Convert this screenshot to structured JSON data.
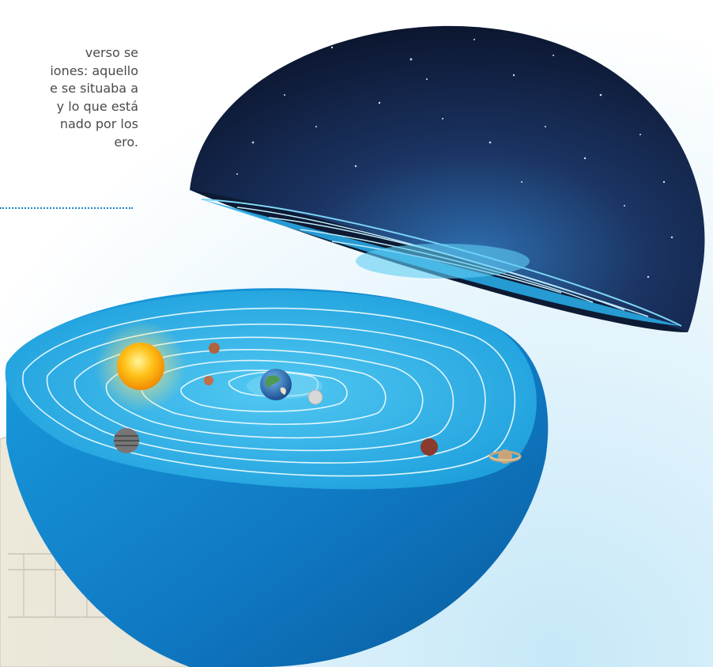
{
  "caption": {
    "lines": [
      "verso se",
      "iones: aquello",
      "e se situaba a",
      "y lo que está",
      "nado por los",
      "ero."
    ]
  },
  "illustration": {
    "concept": "geocentric-celestial-spheres",
    "upper_shell": "starry-dome",
    "lower_shell": "concentric-blue-spheres",
    "bodies": [
      {
        "name": "earth",
        "color": "#2f7fc6"
      },
      {
        "name": "moon",
        "color": "#d7d7d7"
      },
      {
        "name": "mercury",
        "color": "#b0643e"
      },
      {
        "name": "venus",
        "color": "#c36e45"
      },
      {
        "name": "sun",
        "color": "#ffb800"
      },
      {
        "name": "mars",
        "color": "#8a3b2e"
      },
      {
        "name": "jupiter",
        "color": "#767676"
      },
      {
        "name": "saturn",
        "color": "#c9a47a"
      }
    ],
    "colors": {
      "sky_wash": "#ddf1fb",
      "sphere_blue": "#1fa7e2",
      "sphere_blue_dark": "#0a64a8",
      "dome_night": "#0f1d3a",
      "rule_blue": "#1a87c9"
    }
  }
}
